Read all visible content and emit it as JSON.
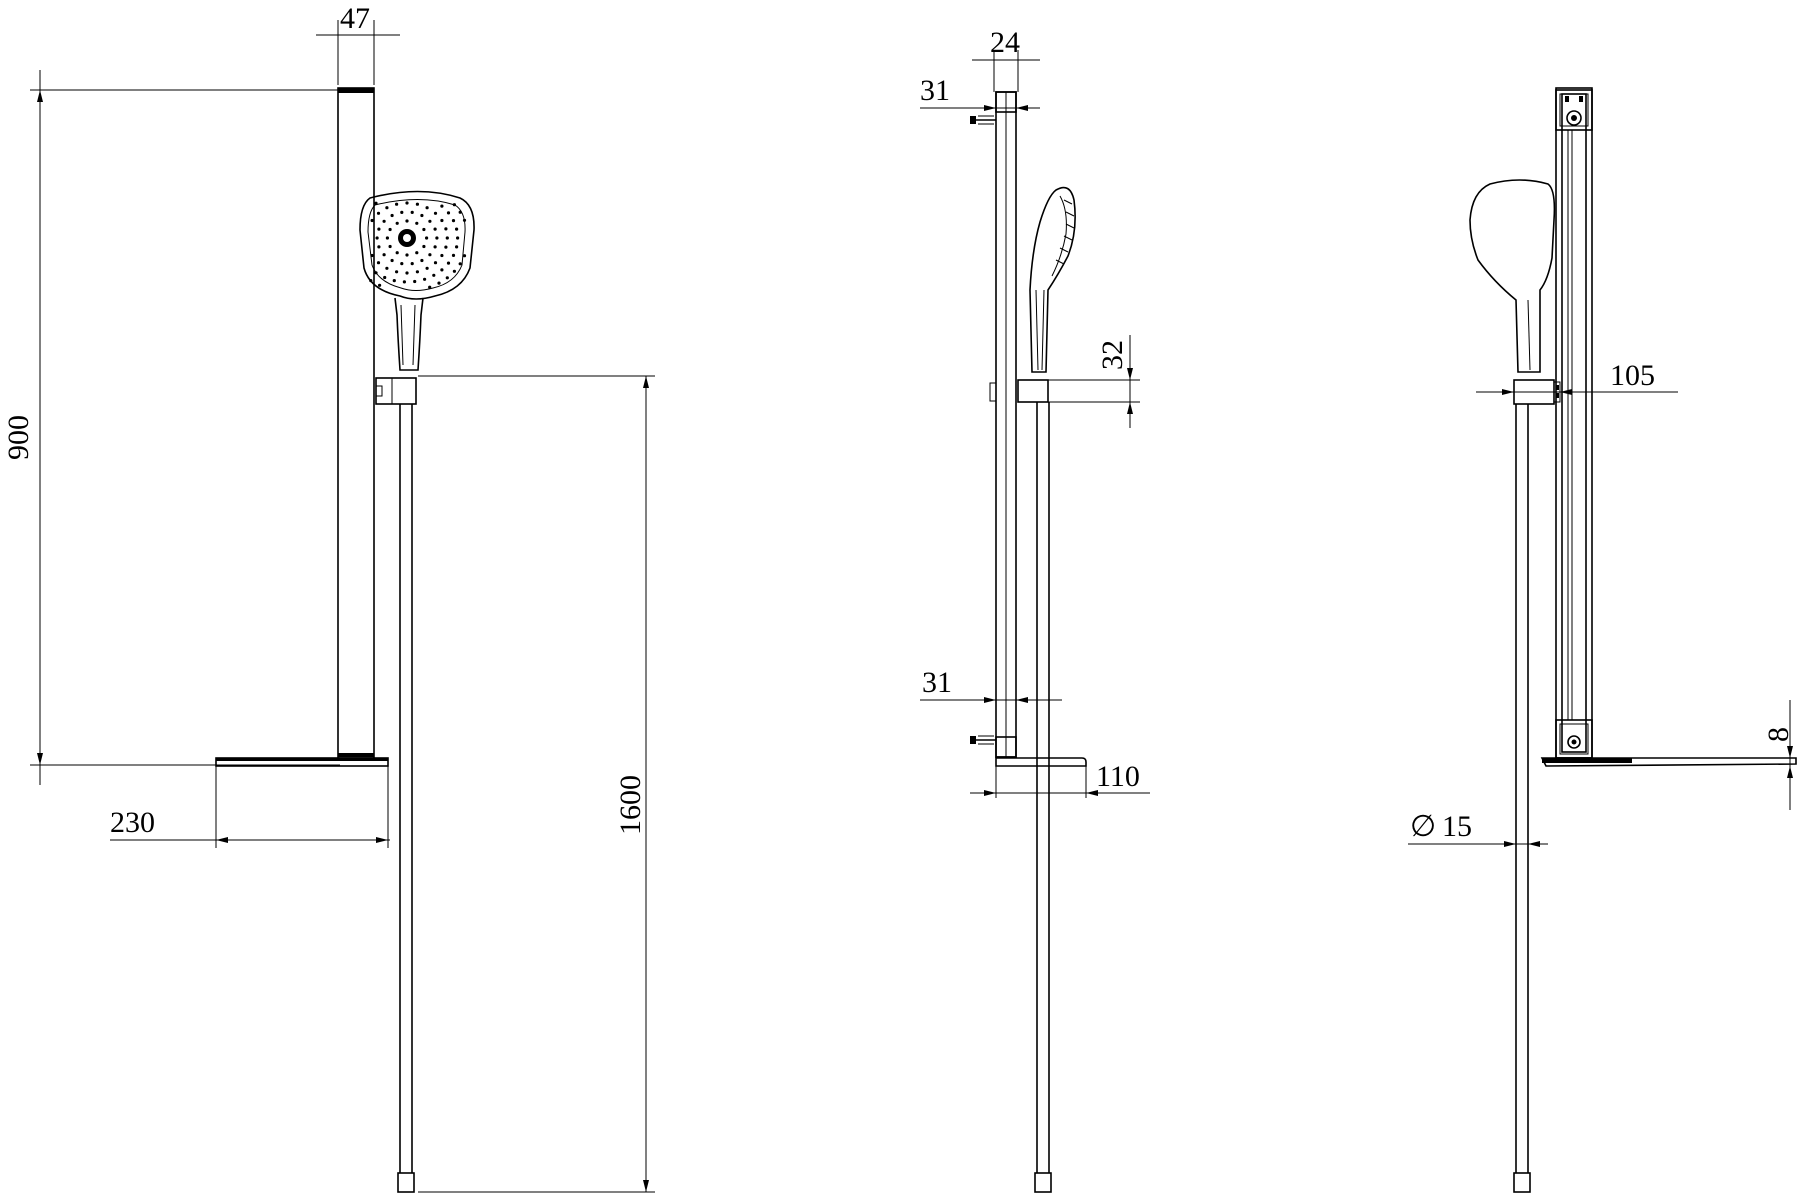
{
  "views": {
    "front": {
      "dims": {
        "rail_width": "47",
        "rail_height": "900",
        "shelf_depth": "230",
        "hose_length": "1600"
      }
    },
    "side": {
      "dims": {
        "rail_depth": "24",
        "top_bracket": "31",
        "bottom_bracket": "31",
        "holder_height": "32",
        "shelf_width": "110"
      }
    },
    "rear": {
      "dims": {
        "holder_projection": "105",
        "shelf_thickness": "8",
        "hose_diameter": "15"
      },
      "diameter_symbol": "∅"
    }
  }
}
